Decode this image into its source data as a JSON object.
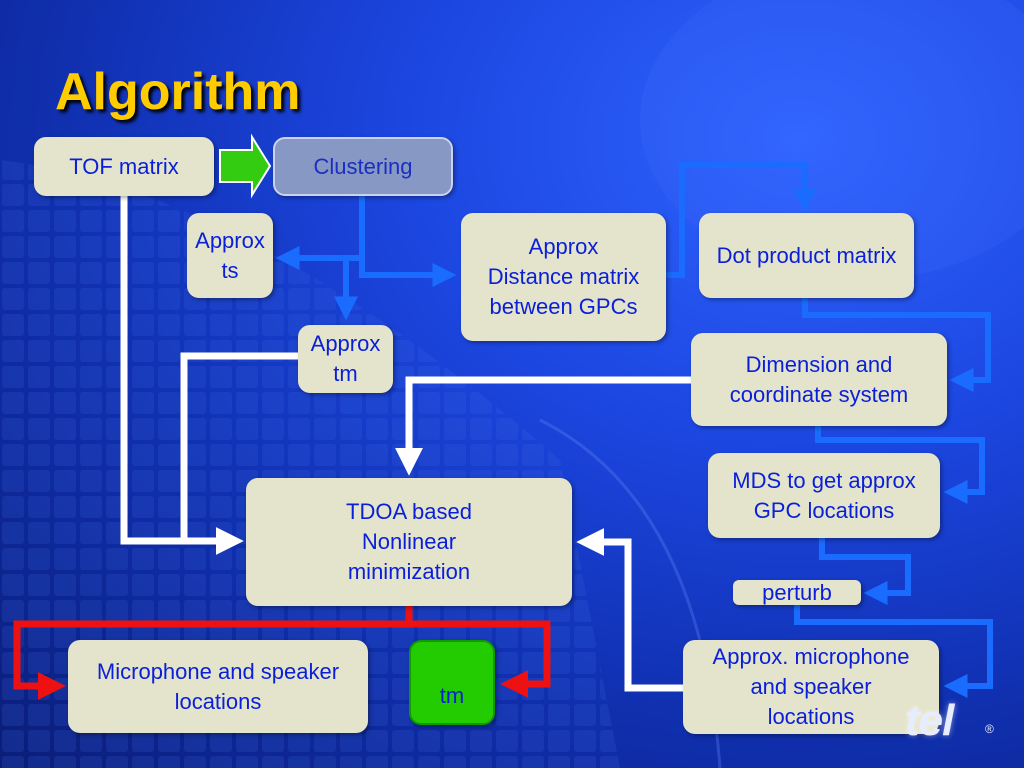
{
  "title": "Algorithm",
  "boxes": {
    "tof_matrix": "TOF matrix",
    "clustering": "Clustering",
    "approx_ts": "Approx\nts",
    "approx_tm": "Approx\ntm",
    "approx_distance_matrix": "Approx\nDistance matrix\nbetween GPCs",
    "dot_product_matrix": "Dot product matrix",
    "dimension_coordinate": "Dimension and\ncoordinate system",
    "mds_locations": "MDS to get approx\nGPC locations",
    "perturb": "perturb",
    "tdoa_minimization": "TDOA based\nNonlinear\nminimization",
    "approx_mic_speaker": "Approx. microphone\nand speaker\nlocations",
    "mic_speaker_locations": "Microphone and speaker\nlocations",
    "tm_result": "tm"
  },
  "logo": {
    "text": "tel",
    "registered": "®"
  },
  "colors": {
    "title": "#ffcc00",
    "box_fill": "#e4e4cc",
    "box_text": "#0a1fd8",
    "arrow_blue": "#1a6cff",
    "arrow_white": "#ffffff",
    "arrow_red": "#ee1111",
    "arrow_green": "#33cc11"
  }
}
